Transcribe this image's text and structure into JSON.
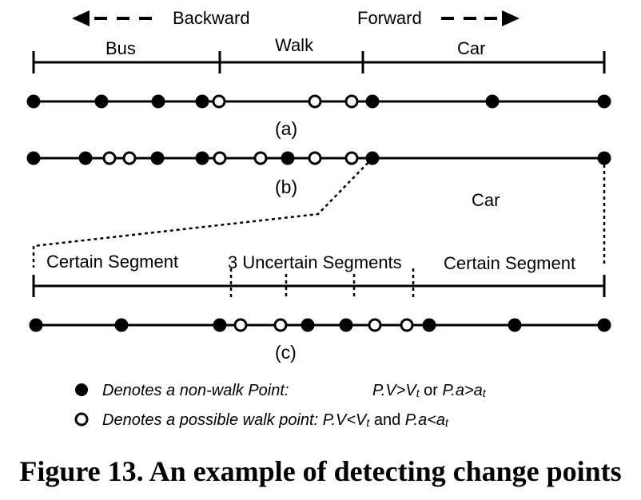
{
  "direction": {
    "backward": "Backward",
    "forward": "Forward"
  },
  "modes_top": {
    "bus": "Bus",
    "walk": "Walk",
    "car": "Car"
  },
  "panel_labels": {
    "a": "(a)",
    "b": "(b)",
    "c": "(c)"
  },
  "car_label": "Car",
  "segments": {
    "certain_left": "Certain Segment",
    "uncertain": "3 Uncertain Segments",
    "certain_right": "Certain Segment"
  },
  "legend": {
    "non_walk_desc": "Denotes a non-walk Point:",
    "non_walk_cond_1": "P.V>V",
    "non_walk_cond_1_sub": "t",
    "non_walk_or": "or",
    "non_walk_cond_2": "P.a>a",
    "non_walk_cond_2_sub": "t",
    "walk_desc": "Denotes a possible walk point:",
    "walk_cond_1": "P.V<V",
    "walk_cond_1_sub": "t",
    "walk_and": "and",
    "walk_cond_2": "P.a<a",
    "walk_cond_2_sub": "t"
  },
  "caption": "Figure 13. An example of detecting change points",
  "rows": {
    "a": [
      "filled",
      "filled",
      "filled",
      "filled",
      "open",
      "open",
      "open",
      "filled",
      "filled",
      "filled"
    ],
    "b": [
      "filled",
      "filled",
      "open",
      "open",
      "filled",
      "filled",
      "open",
      "open",
      "filled",
      "open",
      "open",
      "filled",
      "filled"
    ],
    "c": [
      "filled",
      "filled",
      "filled",
      "open",
      "open",
      "filled",
      "filled",
      "open",
      "open",
      "filled",
      "filled",
      "filled"
    ]
  }
}
